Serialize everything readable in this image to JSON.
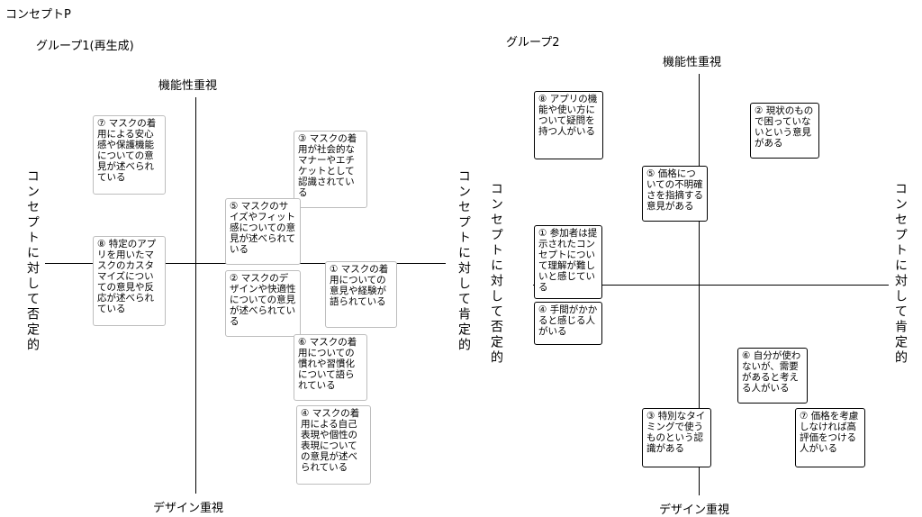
{
  "title": "コンセプトP",
  "group1": {
    "title": "グループ1(再生成)",
    "axis_top": "機能性重視",
    "axis_bottom": "デザイン重視",
    "axis_left": "コンセプトに対して否定的",
    "axis_right": "コンセプトに対して肯定的",
    "notes": [
      "⑦ マスクの着用による安心感や保護機能についての意見が述べられている",
      "③ マスクの着用が社会的なマナーやエチケットとして認識されている",
      "⑤ マスクのサイズやフィット感についての意見が述べられている",
      "⑧ 特定のアプリを用いたマスクのカスタマイズについての意見や反応が述べられている",
      "② マスクのデザインや快適性についての意見が述べられている",
      "① マスクの着用についての意見や経験が語られている",
      "⑥ マスクの着用についての慣れや習慣化について語られている",
      "④ マスクの着用による自己表現や個性の表現についての意見が述べられている"
    ]
  },
  "group2": {
    "title": "グループ2",
    "axis_top": "機能性重視",
    "axis_bottom": "デザイン重視",
    "axis_left": "コンセプトに対して否定的",
    "axis_right": "コンセプトに対して肯定的",
    "notes": [
      "⑧ アプリの機能や使い方について疑問を持つ人がいる",
      "② 現状のもので困っていないという意見がある",
      "⑤ 価格についての不明確さを指摘する意見がある",
      "① 参加者は提示されたコンセプトについて理解が難しいと感じている",
      "④ 手間がかかると感じる人がいる",
      "⑥ 自分が使わないが、需要があると考える人がいる",
      "③ 特別なタイミングで使うものという認識がある",
      "⑦ 価格を考慮しなければ高評価をつける人がいる"
    ]
  }
}
